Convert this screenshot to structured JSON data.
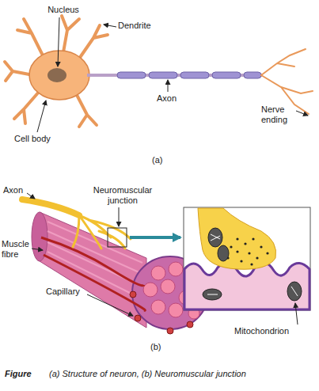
{
  "diagram": {
    "caption": "(a) Structure of neuron, (b) Neuromuscular junction",
    "labels": [
      "Nucleus",
      "Dendrite",
      "Cell body",
      "Axon",
      "Nerve ending",
      "(a)",
      "Axon",
      "Neuromuscular junction",
      "Muscle fibre",
      "Capillary",
      "Mitochondrion",
      "(b)",
      "Figure"
    ]
  }
}
